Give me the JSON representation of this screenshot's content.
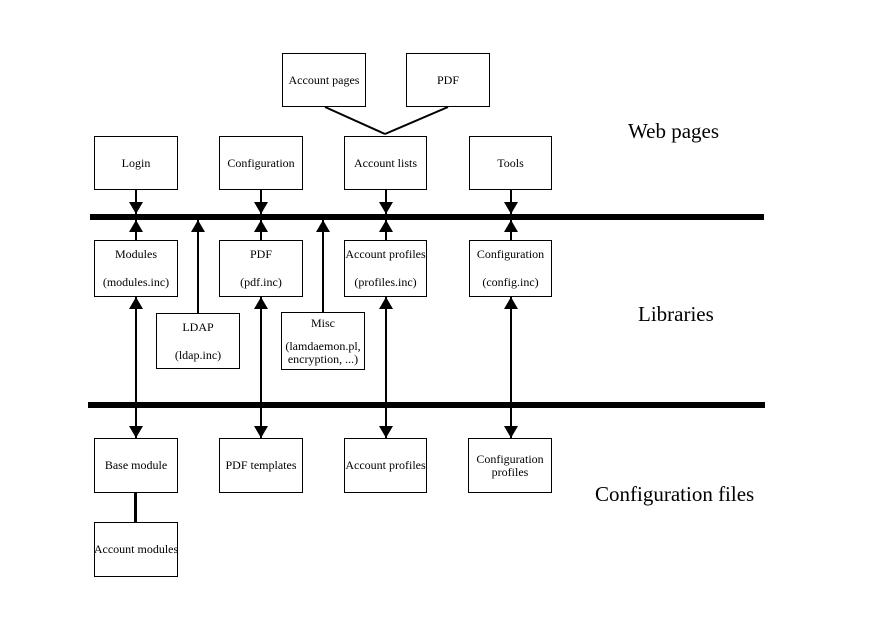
{
  "diagram": {
    "section_labels": {
      "web_pages": "Web pages",
      "libraries": "Libraries",
      "configuration_files": "Configuration files"
    },
    "nodes": {
      "account_pages": {
        "line1": "Account pages"
      },
      "pdf_page": {
        "line1": "PDF"
      },
      "login": {
        "line1": "Login"
      },
      "configuration_page": {
        "line1": "Configuration"
      },
      "account_lists": {
        "line1": "Account lists"
      },
      "tools": {
        "line1": "Tools"
      },
      "modules_lib": {
        "line1": "Modules",
        "line2": "(modules.inc)"
      },
      "pdf_lib": {
        "line1": "PDF",
        "line2": "(pdf.inc)"
      },
      "account_profiles_lib": {
        "line1": "Account profiles",
        "line2": "(profiles.inc)"
      },
      "configuration_lib": {
        "line1": "Configuration",
        "line2": "(config.inc)"
      },
      "ldap_lib": {
        "line1": "LDAP",
        "line2": "(ldap.inc)"
      },
      "misc_lib": {
        "line1": "Misc",
        "line2": "(lamdaemon.pl,",
        "line3": "encryption, ...)"
      },
      "base_module": {
        "line1": "Base module"
      },
      "pdf_templates": {
        "line1": "PDF templates"
      },
      "account_profiles_file": {
        "line1": "Account profiles"
      },
      "configuration_profiles_file": {
        "line1": "Configuration",
        "line2": "profiles"
      },
      "account_modules": {
        "line1": "Account modules"
      }
    },
    "colors": {
      "line": "#000000",
      "background": "#ffffff",
      "box_border": "#000000"
    }
  }
}
